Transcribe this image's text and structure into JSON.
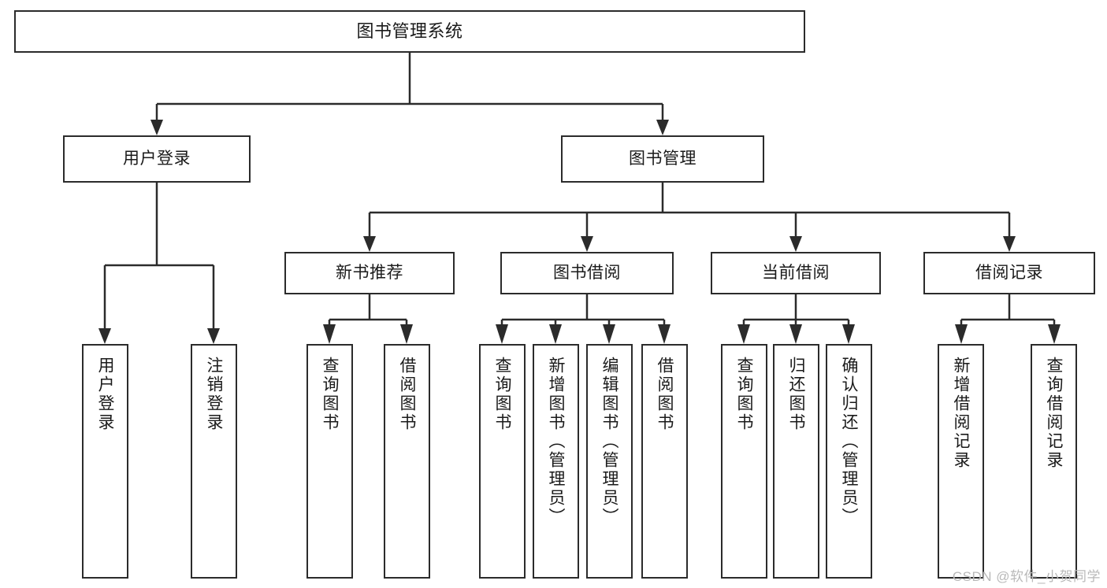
{
  "diagram": {
    "title": "图书管理系统",
    "type": "tree-hierarchy-diagram",
    "accent_color": "#2b2b2b",
    "background_color": "#ffffff",
    "root": {
      "label": "图书管理系统"
    },
    "level1": [
      {
        "label": "用户登录"
      },
      {
        "label": "图书管理"
      }
    ],
    "level2": [
      {
        "label": "新书推荐"
      },
      {
        "label": "图书借阅"
      },
      {
        "label": "当前借阅"
      },
      {
        "label": "借阅记录"
      }
    ],
    "leaves": {
      "user_login": [
        {
          "label": "用户登录"
        },
        {
          "label": "注销登录"
        }
      ],
      "new_book_recommend": [
        {
          "label": "查询图书"
        },
        {
          "label": "借阅图书"
        }
      ],
      "book_borrow": [
        {
          "label": "查询图书"
        },
        {
          "label": "新增图书（管理员）"
        },
        {
          "label": "编辑图书（管理员）"
        },
        {
          "label": "借阅图书"
        }
      ],
      "current_borrow": [
        {
          "label": "查询图书"
        },
        {
          "label": "归还图书"
        },
        {
          "label": "确认归还（管理员）"
        }
      ],
      "borrow_record": [
        {
          "label": "新增借阅记录"
        },
        {
          "label": "查询借阅记录"
        }
      ]
    }
  },
  "watermark": {
    "text": "CSDN @软件_小贺同学"
  }
}
